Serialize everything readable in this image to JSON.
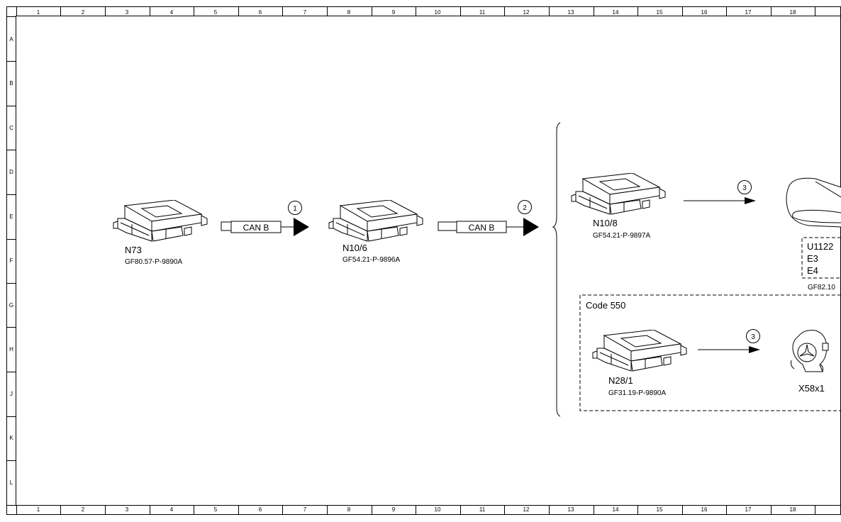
{
  "ruler": {
    "columns": [
      "1",
      "2",
      "3",
      "4",
      "5",
      "6",
      "7",
      "8",
      "9",
      "10",
      "11",
      "12",
      "13",
      "14",
      "15",
      "16",
      "17",
      "18"
    ],
    "rows": [
      "A",
      "B",
      "C",
      "D",
      "E",
      "F",
      "G",
      "H",
      "J",
      "K",
      "L"
    ]
  },
  "components": [
    {
      "id": "N73",
      "code": "GF80.57-P-9890A"
    },
    {
      "id": "N10/6",
      "code": "GF54.21-P-9896A"
    },
    {
      "id": "N10/8",
      "code": "GF54.21-P-9897A"
    },
    {
      "id": "N28/1",
      "code": "GF31.19-P-9890A"
    }
  ],
  "buses": [
    {
      "label": "CAN B",
      "step": "1"
    },
    {
      "label": "CAN B",
      "step": "2"
    }
  ],
  "steps": {
    "upper": "3",
    "lower": "3"
  },
  "optional_group": {
    "label": "Code 550"
  },
  "right_box": {
    "lines": [
      "U1122",
      "E3",
      "E4"
    ],
    "code": "GF82.10"
  },
  "connector": {
    "label": "X58x1"
  }
}
